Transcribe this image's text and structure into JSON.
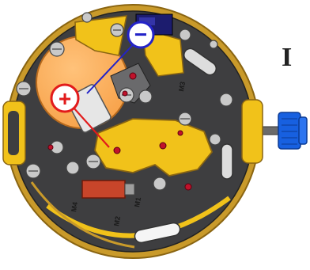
{
  "diagram": {
    "crown_position": "I",
    "marks": {
      "m1": "M1",
      "m2": "M2",
      "m3": "M3",
      "m4": "M4"
    },
    "polarity": {
      "positive": "+",
      "negative": "−"
    },
    "colors": {
      "plate": "#3e3e40",
      "plate_edge": "#b8861e",
      "gold": "#f1c21a",
      "battery": "#f7a24a",
      "red_pointer": "#e21b1b",
      "blue_pointer": "#2323c8",
      "crown": "#1760e0",
      "screw": "#c9c9c9",
      "jewel": "#c0122b",
      "coil": "#c8452a"
    }
  }
}
